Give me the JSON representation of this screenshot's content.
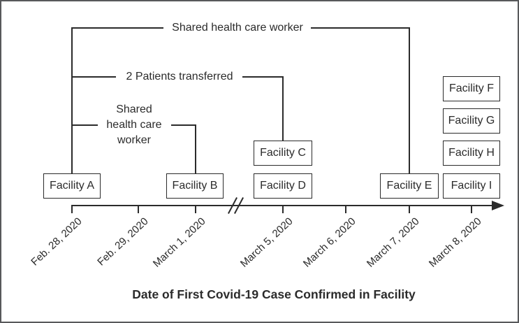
{
  "figure": {
    "axis_title": "Date of First Covid-19 Case Confirmed in Facility"
  },
  "facilities": [
    "Facility A",
    "Facility B",
    "Facility C",
    "Facility D",
    "Facility E",
    "Facility F",
    "Facility G",
    "Facility H",
    "Facility I"
  ],
  "connectors": {
    "shared_hcw_top": {
      "label": "Shared health care worker",
      "from": "Facility A",
      "to": "Facility E"
    },
    "patients_transferred": {
      "label": "2 Patients transferred",
      "from": "Facility A",
      "to": "Facility C"
    },
    "shared_hcw_low": {
      "label_lines": [
        "Shared",
        "health care",
        "worker"
      ],
      "from": "Facility A",
      "to": "Facility B"
    }
  },
  "timeline": {
    "dates": [
      "Feb. 28, 2020",
      "Feb. 29, 2020",
      "March 1, 2020",
      "March 5, 2020",
      "March 6, 2020",
      "March 7, 2020",
      "March 8, 2020"
    ],
    "axis_break_between": [
      "March 1, 2020",
      "March 5, 2020"
    ],
    "arrow_icon": "right-arrowhead"
  },
  "colors": {
    "line": "#2b2b2b",
    "frame_border": "#58595b",
    "background": "#ffffff"
  }
}
